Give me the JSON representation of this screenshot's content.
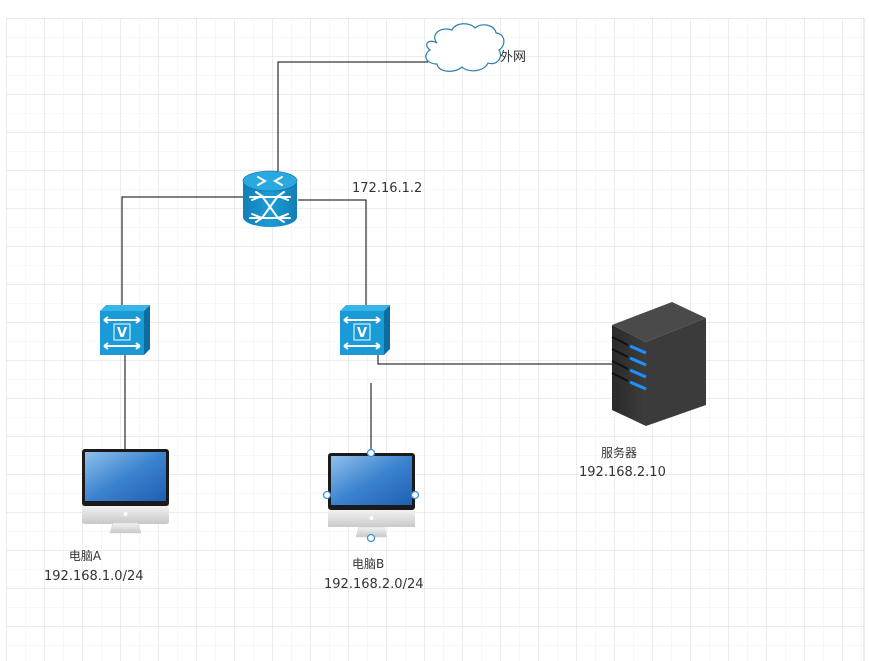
{
  "diagram": {
    "type": "network-topology",
    "nodes": {
      "internet": {
        "kind": "cloud",
        "label": "外网"
      },
      "router": {
        "kind": "router",
        "label": "172.16.1.2"
      },
      "switch_a": {
        "kind": "switch",
        "glyph": "V"
      },
      "switch_b": {
        "kind": "switch",
        "glyph": "V"
      },
      "pc_a": {
        "kind": "computer",
        "name": "电脑A",
        "ip": "192.168.1.0/24"
      },
      "pc_b": {
        "kind": "computer",
        "name": "电脑B",
        "ip": "192.168.2.0/24",
        "selected": true
      },
      "server": {
        "kind": "server",
        "name": "服务器",
        "ip": "192.168.2.10"
      }
    },
    "edges": [
      {
        "from": "router",
        "to": "internet"
      },
      {
        "from": "router",
        "to": "switch_a"
      },
      {
        "from": "router",
        "to": "switch_b"
      },
      {
        "from": "switch_a",
        "to": "pc_a"
      },
      {
        "from": "switch_b",
        "to": "pc_b"
      },
      {
        "from": "switch_b",
        "to": "server"
      }
    ]
  },
  "colors": {
    "grid_minor": "#efefef",
    "grid_major": "#dcdcdc",
    "edge": "#000000",
    "cisco_blue": "#1a9bd7",
    "cisco_dark": "#0b6e9e",
    "cloud_stroke": "#2f7fa8",
    "selection": "#3d8fe0",
    "server_body": "#3a3a3a",
    "server_led": "#1e90ff"
  }
}
